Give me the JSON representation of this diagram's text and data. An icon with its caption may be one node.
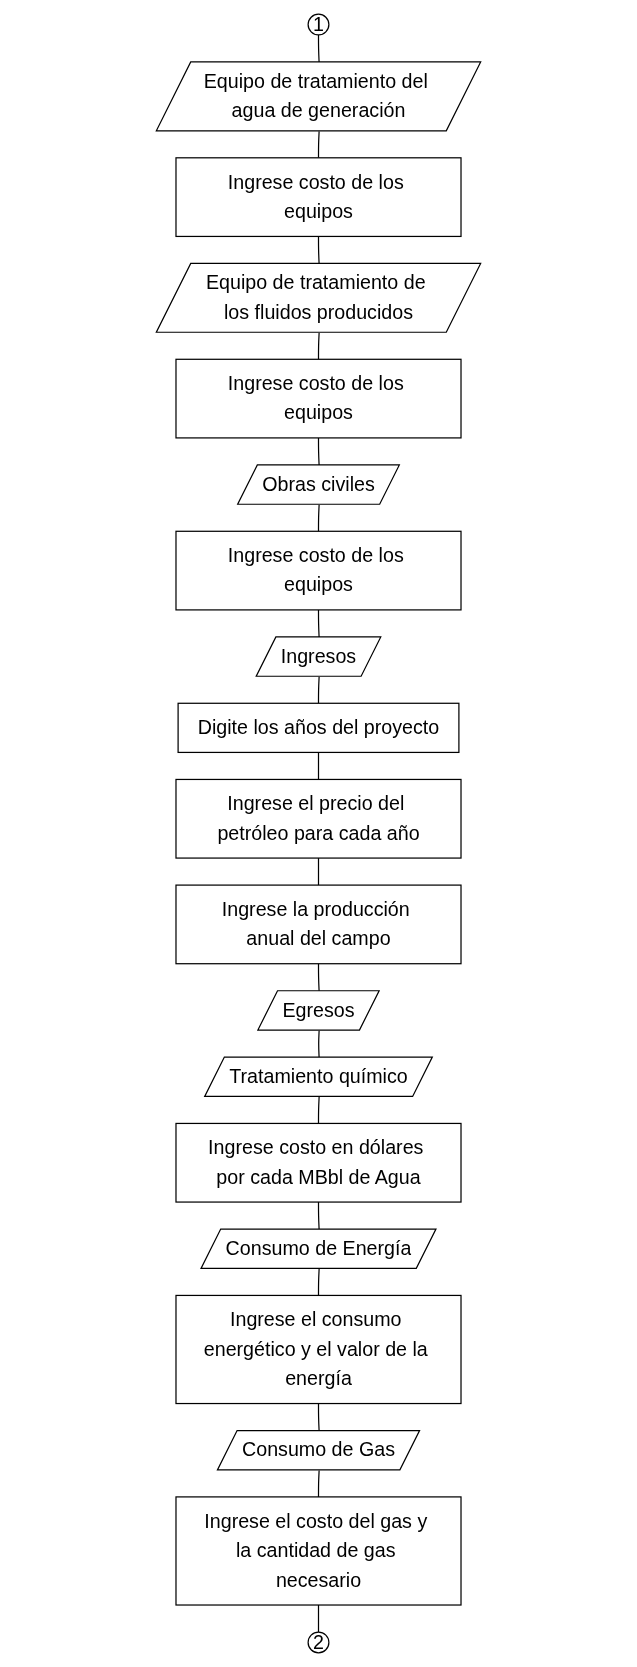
{
  "diagram": {
    "nodes": [
      {
        "text": [
          "1"
        ]
      },
      {
        "text": [
          "Equipo de tratamiento del agua de generación"
        ]
      },
      {
        "text": [
          "Ingrese costo de los equipos"
        ]
      },
      {
        "text": [
          "Equipo de tratamiento de los fluidos producidos"
        ]
      },
      {
        "text": [
          "Ingrese costo de los equipos"
        ]
      },
      {
        "text": [
          "Obras civiles"
        ]
      },
      {
        "text": [
          "Ingrese costo de los equipos"
        ]
      },
      {
        "text": [
          "Ingresos"
        ]
      },
      {
        "text": [
          "Digite los años del proyecto"
        ]
      },
      {
        "text": [
          "Ingrese el precio del petróleo para cada año"
        ]
      },
      {
        "text": [
          "Ingrese la producción anual del campo"
        ]
      },
      {
        "text": [
          "Egresos"
        ]
      },
      {
        "text": [
          "Tratamiento químico"
        ]
      },
      {
        "text": [
          "Ingrese costo en dólares por cada MBbl de Agua"
        ]
      },
      {
        "text": [
          "Consumo de Energía"
        ]
      },
      {
        "text": [
          "Ingrese el consumo energético y el valor de la energía"
        ]
      },
      {
        "text": [
          "Consumo de Gas"
        ]
      },
      {
        "text": [
          "Ingrese el costo del gas y la cantidad de gas necesario"
        ]
      },
      {
        "text": [
          "2"
        ]
      }
    ],
    "edges": [
      {
        "from": 0,
        "to": 1,
        "arrow": "none"
      },
      {
        "from": 1,
        "to": 2,
        "arrow": "none"
      },
      {
        "from": 2,
        "to": 3,
        "arrow": "none"
      },
      {
        "from": 3,
        "to": 4,
        "arrow": "none"
      },
      {
        "from": 4,
        "to": 5,
        "arrow": "none"
      },
      {
        "from": 5,
        "to": 6,
        "arrow": "none"
      },
      {
        "from": 6,
        "to": 7,
        "arrow": "none"
      },
      {
        "from": 7,
        "to": 8,
        "arrow": "none"
      },
      {
        "from": 8,
        "to": 9,
        "arrow": "none"
      },
      {
        "from": 9,
        "to": 10,
        "arrow": "none"
      },
      {
        "from": 10,
        "to": 11,
        "arrow": "none"
      },
      {
        "from": 11,
        "to": 12,
        "arrow": "none"
      },
      {
        "from": 12,
        "to": 13,
        "arrow": "none"
      },
      {
        "from": 13,
        "to": 14,
        "arrow": "none"
      },
      {
        "from": 14,
        "to": 15,
        "arrow": "none"
      },
      {
        "from": 15,
        "to": 16,
        "arrow": "none"
      },
      {
        "from": 16,
        "to": 17,
        "arrow": "none"
      },
      {
        "from": 17,
        "to": 18,
        "arrow": "none"
      }
    ]
  }
}
